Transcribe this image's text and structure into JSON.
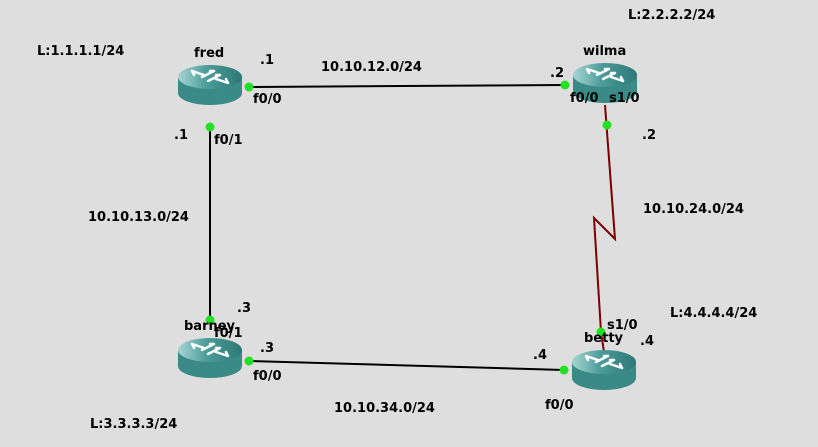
{
  "routers": {
    "fred": {
      "name": "fred",
      "loopback": "L:1.1.1.1/24"
    },
    "wilma": {
      "name": "wilma",
      "loopback": "L:2.2.2.2/24"
    },
    "barney": {
      "name": "barney",
      "loopback": "L:3.3.3.3/24"
    },
    "betty": {
      "name": "betty",
      "loopback": "L:4.4.4.4/24"
    }
  },
  "links": {
    "fred_wilma": {
      "network": "10.10.12.0/24",
      "a_if": "f0/0",
      "a_ip": ".1",
      "b_if": "f0/0",
      "b_ip": ".2"
    },
    "fred_barney": {
      "network": "10.10.13.0/24",
      "a_if": "f0/1",
      "a_ip": ".1",
      "b_if": "f0/1",
      "b_ip": ".3"
    },
    "wilma_betty": {
      "network": "10.10.24.0/24",
      "a_if": "s1/0",
      "a_ip": ".2",
      "b_if": "s1/0",
      "b_ip": ".4"
    },
    "barney_betty": {
      "network": "10.10.34.0/24",
      "a_if": "f0/0",
      "a_ip": ".3",
      "b_if": "f0/0",
      "b_ip": ".4"
    }
  },
  "colors": {
    "background": "#dedede",
    "ethernet_link": "#000000",
    "serial_link": "#7a0000",
    "port_up": "#22e022",
    "router_body": "#3a8a88"
  }
}
